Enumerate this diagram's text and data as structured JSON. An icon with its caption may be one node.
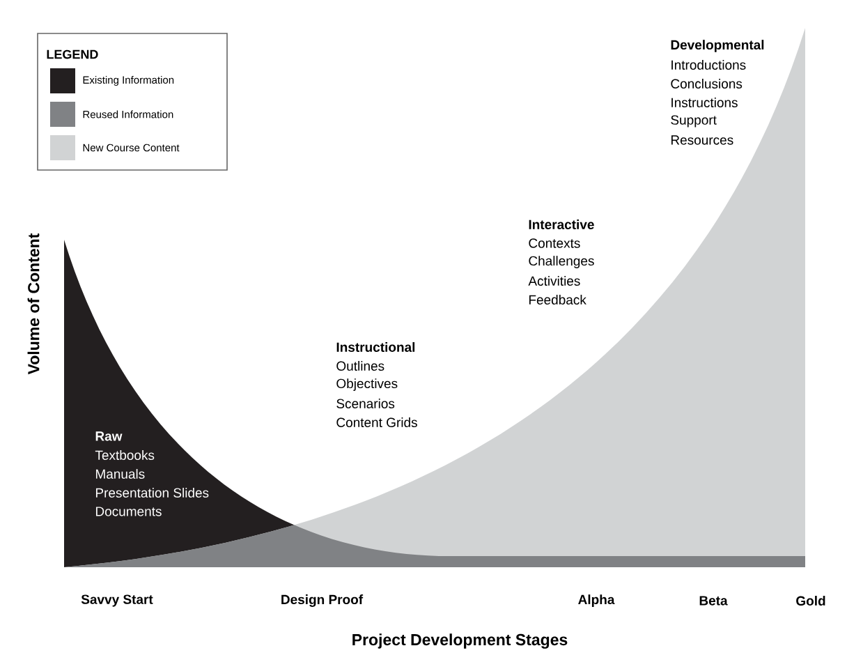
{
  "diagram": {
    "labels": [
      "LEGEND",
      "Developmental",
      "Introductions",
      "Conclusions",
      "Instructions",
      "Support",
      "Resources",
      "Interactive",
      "Contexts",
      "Challenges",
      "Activities",
      "Feedback",
      "Volume of Content",
      "Instructional",
      "Outlines",
      "Objectives",
      "Scenarios",
      "Content Grids",
      "Raw",
      "Textbooks",
      "Manuals",
      "Presentation Slides",
      "Documents",
      "Savvy Start",
      "Design Proof",
      "Alpha",
      "Beta",
      "Gold",
      "Project Development Stages"
    ],
    "legend": [
      {
        "text": "Existing Information",
        "color": "#231f20"
      },
      {
        "text": "Reused Information",
        "color": "#808285"
      },
      {
        "text": "New Course Content",
        "color": "#d1d3d4"
      }
    ]
  }
}
